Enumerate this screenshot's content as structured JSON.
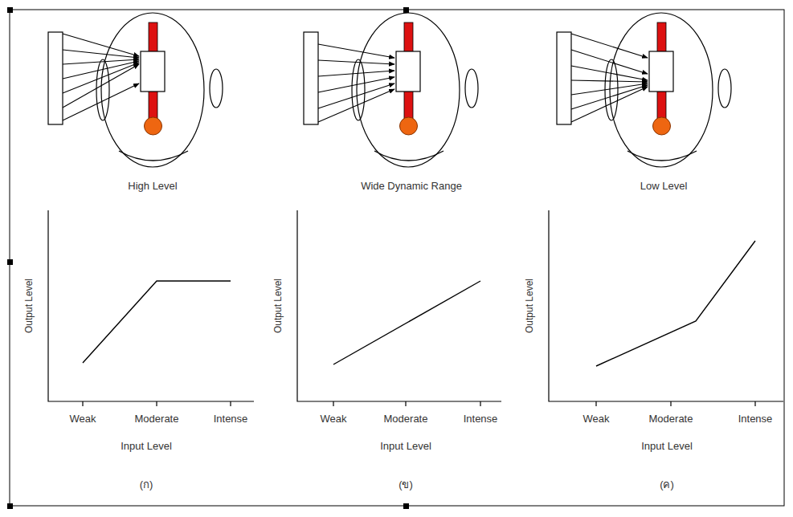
{
  "diagram": {
    "labels": [
      "High Level",
      "Wide Dynamic Range",
      "Low Level",
      "Output Level",
      "Weak",
      "Moderate",
      "Intense",
      "Input Level",
      "(ก)",
      "Output Level",
      "Weak",
      "Moderate",
      "Intense",
      "Input Level",
      "(ข)",
      "Output Level",
      "Weak",
      "Moderate",
      "Intense",
      "Input Level",
      "(ค)"
    ]
  }
}
